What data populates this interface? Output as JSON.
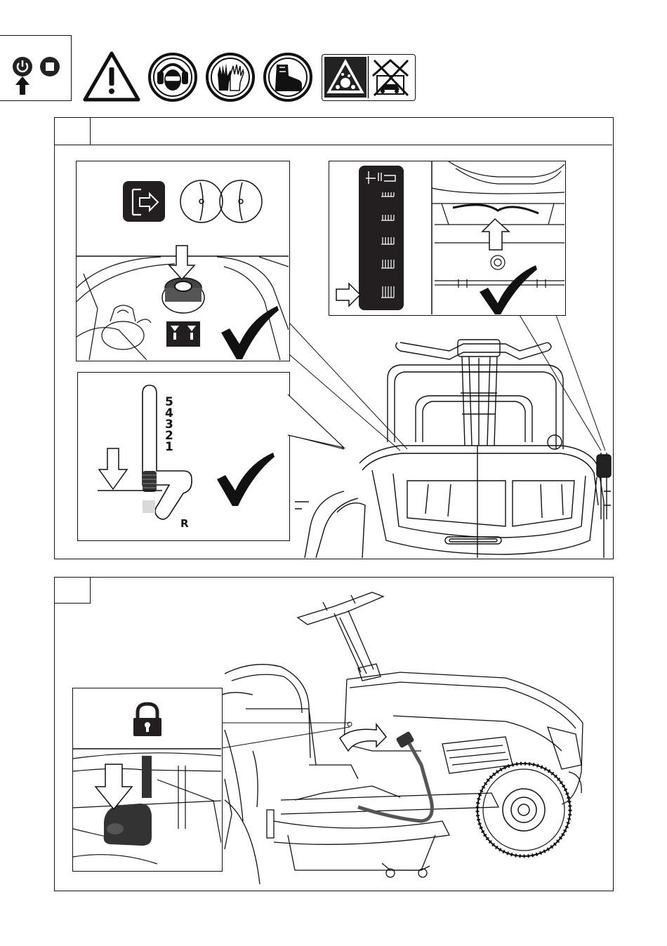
{
  "header": {
    "icons": [
      "power-icon",
      "stop-icon",
      "arrow-up-icon",
      "warning-triangle-icon",
      "ear-eye-protection-icon",
      "gloves-icon",
      "safety-boot-icon",
      "thrown-objects-warning-icon",
      "no-indoor-use-icon"
    ]
  },
  "panel_top": {
    "step_number": "",
    "title": "",
    "gear_positions": [
      "5",
      "4",
      "3",
      "2",
      "1"
    ],
    "reverse_label": "R",
    "height_levels": 6,
    "colors": {
      "line": "#111111",
      "dark_fill": "#231f20",
      "gray_block": "#d9d9d9"
    }
  },
  "panel_bottom": {
    "step_number": "",
    "icons": [
      "padlock-icon",
      "arrow-down-icon",
      "curved-arrow-icon"
    ]
  }
}
